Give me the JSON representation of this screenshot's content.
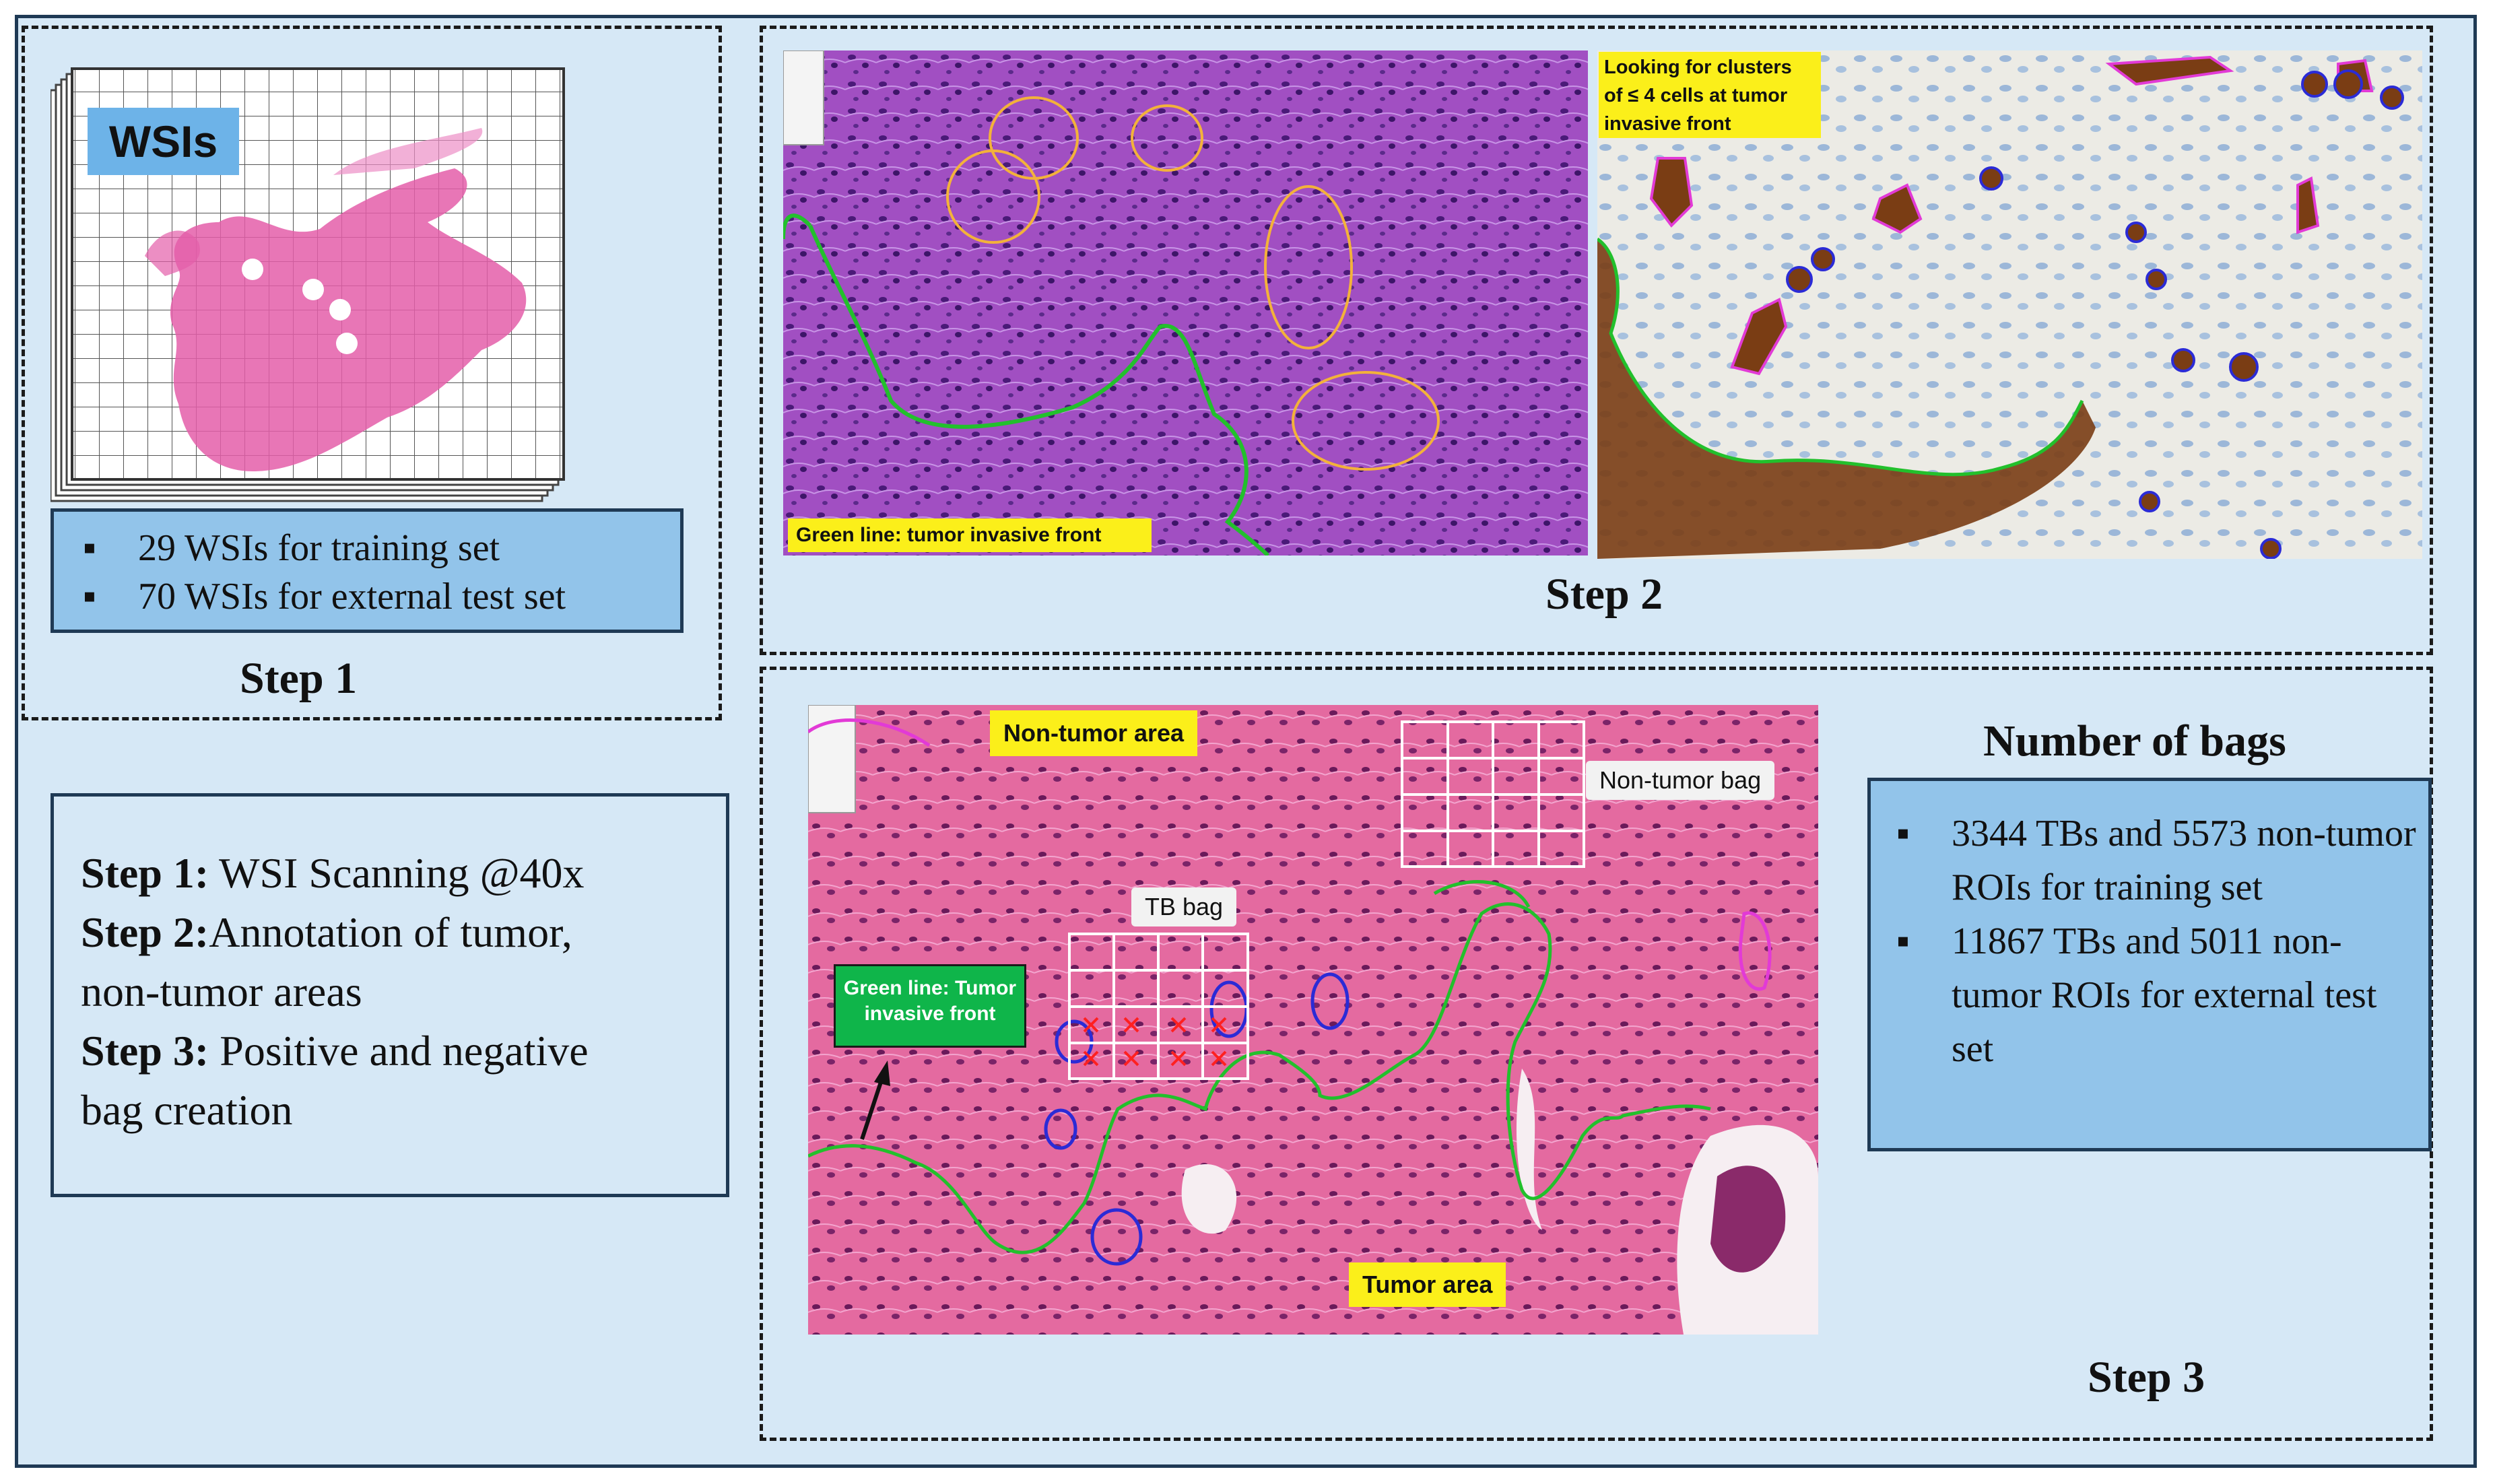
{
  "colors": {
    "frame_background": "#d6e8f6",
    "info_box": "#92c4ea",
    "border": "#1f3a55",
    "label_yellow": "#fbef1a",
    "label_green": "#0fb54a",
    "tumor_front_line": "#22c02c",
    "tb_outline": "#2b2bd6",
    "nontumor_outline": "#e23ad6"
  },
  "step1": {
    "wsi_tag": "WSIs",
    "bullets": [
      "29 WSIs for training set",
      "70 WSIs for external test set"
    ],
    "label": "Step 1"
  },
  "step2": {
    "he_caption": "Green line: tumor invasive front",
    "ihc_caption": "Looking for clusters of ≤ 4 cells at tumor invasive front",
    "label": "Step 2"
  },
  "step3": {
    "non_tumor_area": "Non-tumor area",
    "non_tumor_bag": "Non-tumor bag",
    "tb_bag": "TB bag",
    "green_line": "Green line: Tumor invasive front",
    "tumor_area": "Tumor area",
    "bags_title": "Number of bags",
    "bags_bullets": [
      "3344 TBs and 5573 non-tumor ROIs for training set",
      "11867 TBs and 5011 non-tumor ROIs for external test set"
    ],
    "label": "Step 3"
  },
  "summary": {
    "line1_bold": "Step 1:",
    "line1_text": " WSI Scanning @40x",
    "line2_bold": "Step 2:",
    "line2_text": "Annotation of tumor,",
    "line3_text": "non-tumor areas",
    "line4_bold": "Step 3:",
    "line4_text": " Positive and negative",
    "line5_text": "bag creation"
  }
}
